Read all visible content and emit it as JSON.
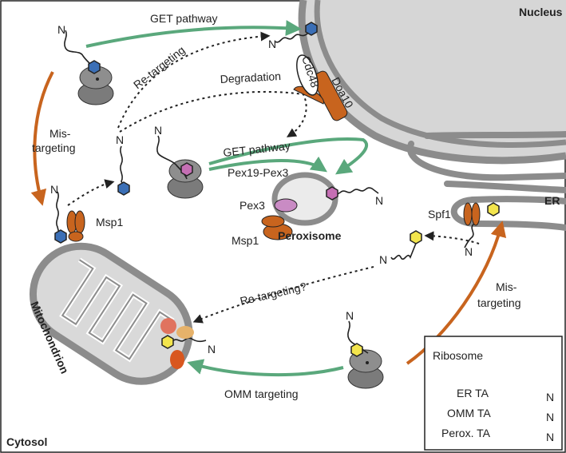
{
  "labels": {
    "nucleus": "Nucleus",
    "er": "ER",
    "cytosol": "Cytosol",
    "mitochondrion": "Mitochondrion",
    "peroxisome": "Peroxisome",
    "get_pathway_top": "GET pathway",
    "get_pathway_mid": "GET pathway",
    "pex19_pex3": "Pex19-Pex3",
    "retargeting_top": "Re-targeting",
    "retargeting_bottom": "Re-targeting?",
    "degradation": "Degradation",
    "cdc48": "Cdc48",
    "doa10": "Doa10",
    "mistargeting_left_1": "Mis-",
    "mistargeting_left_2": "targeting",
    "mistargeting_right_1": "Mis-",
    "mistargeting_right_2": "targeting",
    "msp1_mito": "Msp1",
    "msp1_perox": "Msp1",
    "pex3": "Pex3",
    "spf1": "Spf1",
    "omm_targeting": "OMM targeting",
    "n": "N"
  },
  "legend": {
    "ribosome": "Ribosome",
    "er_ta": "ER TA",
    "omm_ta": "OMM TA",
    "perox_ta": "Perox. TA",
    "n": "N"
  },
  "colors": {
    "er_ta": "#3b6fb6",
    "omm_ta": "#f3e54d",
    "perox_ta": "#c56fb4",
    "get_arrow": "#5aa87c",
    "mistarget_arrow": "#c8641e",
    "membrane": "#8c8c8c",
    "ribosome": "#7b7b7b",
    "msp1": "#c8641e",
    "pex3": "#c98bc4"
  }
}
